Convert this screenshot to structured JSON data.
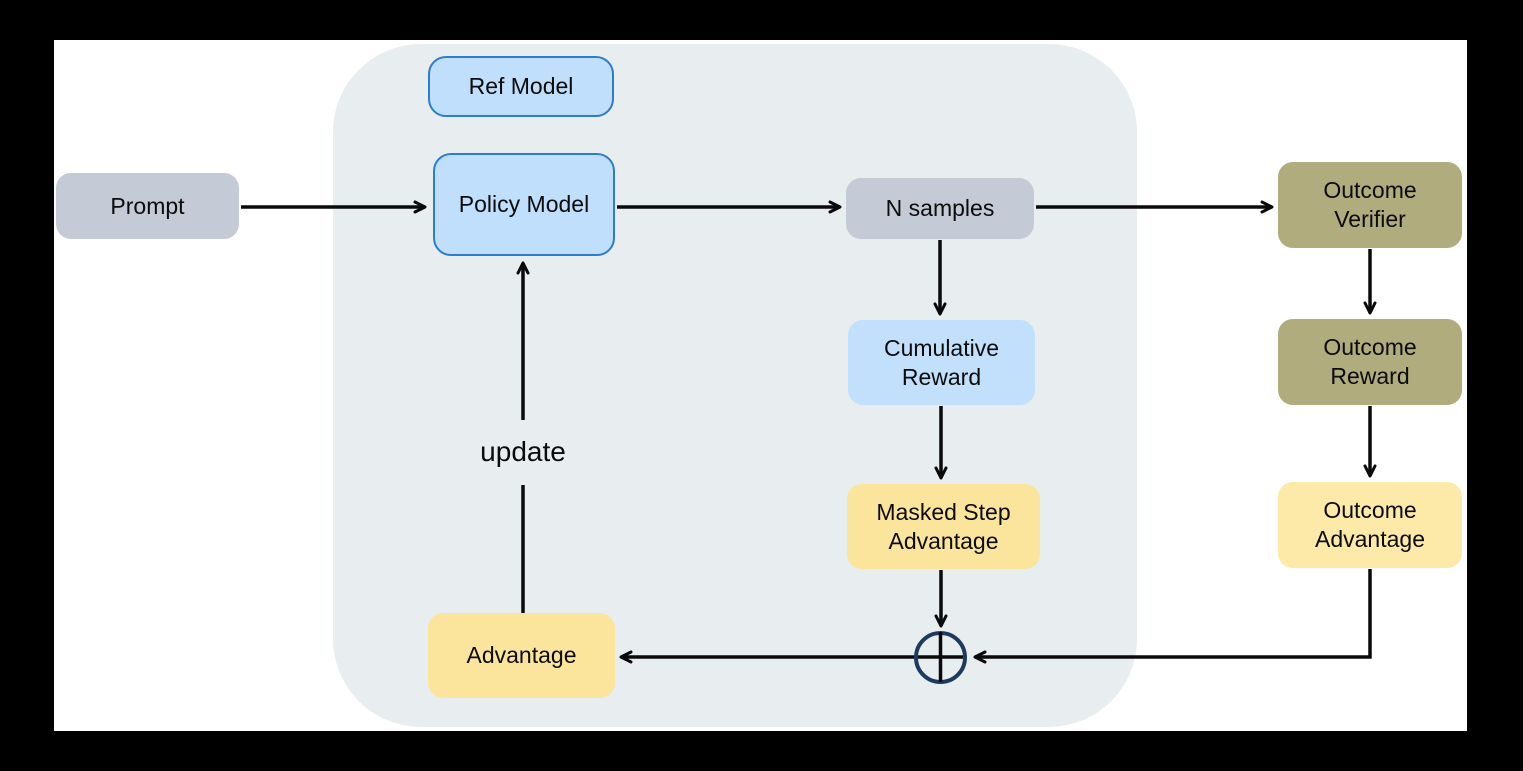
{
  "diagram": {
    "description": "Reinforcement-learning training flow diagram",
    "palette": {
      "frame": "#000000",
      "canvas": "#ffffff",
      "group_background": "#e8edf0",
      "gray_box": "#c5cad7",
      "blue_box_fill": "#bfdffc",
      "blue_box_border": "#2e7cd1",
      "lightblue_box": "#c2e0fb",
      "yellow_box": "#fbe59c",
      "pale_yellow_box": "#fdeaa9",
      "olive_box": "#b1ac7e",
      "arrow": "#0a0a0a",
      "sum_node": "#1e3a5c"
    },
    "nodes": {
      "prompt": {
        "label": "Prompt",
        "fill": "#c5cad7"
      },
      "ref_model": {
        "label": "Ref Model",
        "fill": "#bfdffc",
        "border": "#2e7cd1"
      },
      "policy_model": {
        "label": "Policy Model",
        "fill": "#bfdffc",
        "border": "#2e7cd1"
      },
      "n_samples": {
        "label": "N samples",
        "fill": "#c5cad7"
      },
      "cumulative_reward": {
        "label": "Cumulative Reward",
        "fill": "#c2e0fb"
      },
      "masked_step_advantage": {
        "label": "Masked Step Advantage",
        "fill": "#fbe59c"
      },
      "advantage": {
        "label": "Advantage",
        "fill": "#fbe59c"
      },
      "outcome_verifier": {
        "label": "Outcome Verifier",
        "fill": "#b1ac7e"
      },
      "outcome_reward": {
        "label": "Outcome Reward",
        "fill": "#b1ac7e"
      },
      "outcome_advantage": {
        "label": "Outcome Advantage",
        "fill": "#fdeaa9"
      }
    },
    "sum_node": {
      "symbol": "⊕",
      "color": "#1e3a5c"
    },
    "edge_labels": {
      "update": "update"
    },
    "edges": [
      {
        "from": "prompt",
        "to": "policy_model"
      },
      {
        "from": "policy_model",
        "to": "n_samples"
      },
      {
        "from": "n_samples",
        "to": "outcome_verifier"
      },
      {
        "from": "n_samples",
        "to": "cumulative_reward"
      },
      {
        "from": "cumulative_reward",
        "to": "masked_step_advantage"
      },
      {
        "from": "masked_step_advantage",
        "to": "sum_node"
      },
      {
        "from": "outcome_verifier",
        "to": "outcome_reward"
      },
      {
        "from": "outcome_reward",
        "to": "outcome_advantage"
      },
      {
        "from": "outcome_advantage",
        "to": "sum_node"
      },
      {
        "from": "sum_node",
        "to": "advantage"
      },
      {
        "from": "advantage",
        "to": "policy_model",
        "label": "update"
      }
    ]
  }
}
